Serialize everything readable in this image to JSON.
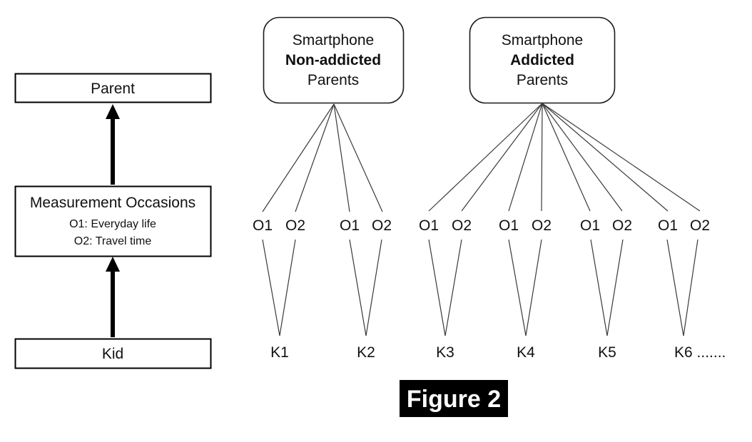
{
  "left_panel": {
    "parent_box": {
      "label": "Parent"
    },
    "measurement_box": {
      "title": "Measurement Occasions",
      "occasion1": "O1: Everyday life",
      "occasion2": "O2: Travel time"
    },
    "kid_box": {
      "label": "Kid"
    }
  },
  "groups": [
    {
      "line1": "Smartphone",
      "line2": "Non-addicted",
      "line3": "Parents"
    },
    {
      "line1": "Smartphone",
      "line2": "Addicted",
      "line3": "Parents"
    }
  ],
  "occasions": {
    "o1": "O1",
    "o2": "O2"
  },
  "kids": [
    {
      "label": "K1"
    },
    {
      "label": "K2"
    },
    {
      "label": "K3"
    },
    {
      "label": "K4"
    },
    {
      "label": "K5"
    },
    {
      "label": "K6 ......."
    }
  ],
  "caption": {
    "label": "Figure 2"
  },
  "colors": {
    "background": "#ffffff",
    "ink": "#000000",
    "thin_line": "#3a3a3a",
    "caption_bg": "#000000",
    "caption_text": "#ffffff"
  }
}
